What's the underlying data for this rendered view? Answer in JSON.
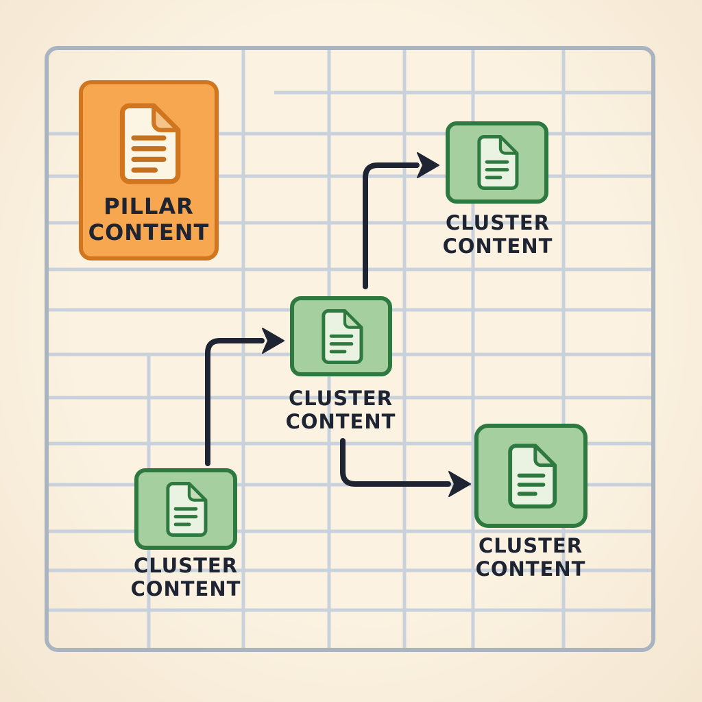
{
  "diagram": {
    "type": "content-cluster-flowchart",
    "background_style": "spreadsheet-grid-on-cream"
  },
  "nodes": {
    "pillar": {
      "label": "PILLAR CONTENT",
      "icon": "document-icon",
      "fill": "#f7a750",
      "border": "#d1761f"
    },
    "cluster_top_right": {
      "label": "CLUSTER CONTENT",
      "icon": "document-icon",
      "fill": "#a6cfa0",
      "border": "#2e7940"
    },
    "cluster_center": {
      "label": "CLUSTER CONTENT",
      "icon": "document-icon",
      "fill": "#a6cfa0",
      "border": "#2e7940"
    },
    "cluster_bottom_left": {
      "label": "CLUSTER CONTENT",
      "icon": "document-icon",
      "fill": "#a6cfa0",
      "border": "#2e7940"
    },
    "cluster_bottom_right": {
      "label": "CLUSTER CONTENT",
      "icon": "document-icon",
      "fill": "#a6cfa0",
      "border": "#2e7940"
    }
  },
  "edges": [
    {
      "from": "cluster_bottom_left",
      "to": "cluster_center",
      "style": "elbow-arrow"
    },
    {
      "from": "cluster_center",
      "to": "cluster_top_right",
      "style": "elbow-arrow"
    },
    {
      "from": "cluster_center",
      "to": "cluster_bottom_right",
      "style": "elbow-arrow"
    }
  ],
  "colors": {
    "background": "#f9efdd",
    "grid_line": "#c9d2dc",
    "grid_border": "#aab4c0",
    "arrow": "#1f2433",
    "text": "#1f2433"
  }
}
